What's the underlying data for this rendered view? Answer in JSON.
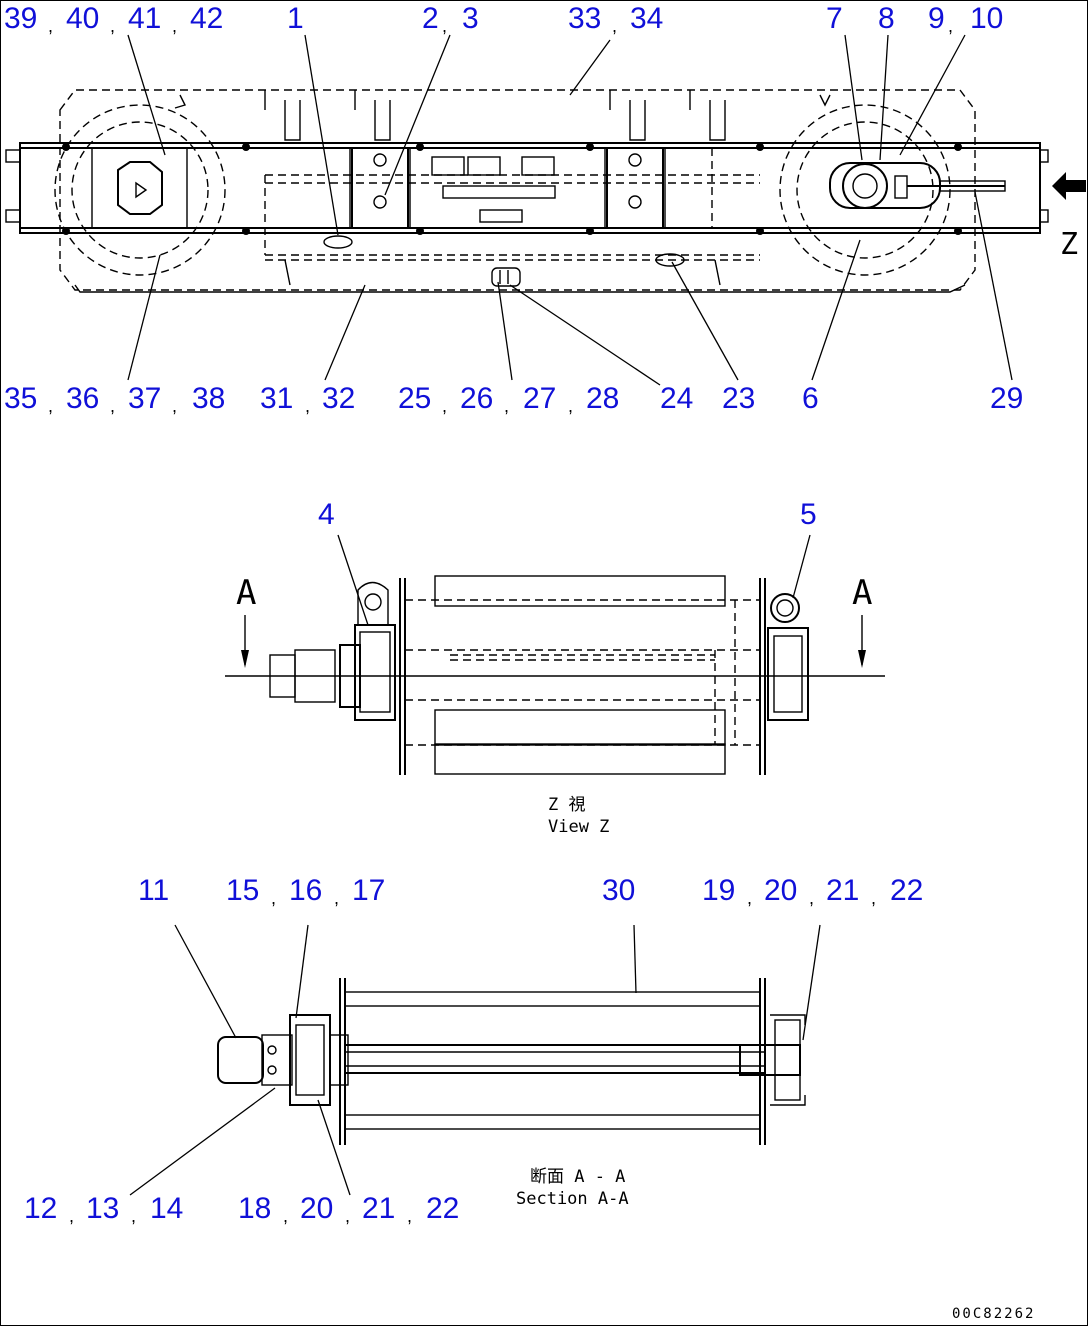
{
  "drawing_code": "00C82262",
  "captions": {
    "view_z_jp": "Z 視",
    "view_z_en": "View Z",
    "section_jp": "断面 A - A",
    "section_en": "Section A-A",
    "cut_a_left": "A",
    "cut_a_right": "A",
    "arrow_z": "Z"
  },
  "top_view_labels_upper": [
    {
      "text": "39",
      "sep": ","
    },
    {
      "text": "40",
      "sep": ","
    },
    {
      "text": "41",
      "sep": ","
    },
    {
      "text": "42",
      "sep": ""
    },
    {
      "text": "1",
      "sep": ""
    },
    {
      "text": "2",
      "sep": ","
    },
    {
      "text": "3",
      "sep": ""
    },
    {
      "text": "33",
      "sep": ","
    },
    {
      "text": "34",
      "sep": ""
    },
    {
      "text": "7",
      "sep": ""
    },
    {
      "text": "8",
      "sep": ""
    },
    {
      "text": "9",
      "sep": ","
    },
    {
      "text": "10",
      "sep": ""
    }
  ],
  "top_view_labels_lower": [
    {
      "text": "35",
      "sep": ","
    },
    {
      "text": "36",
      "sep": ","
    },
    {
      "text": "37",
      "sep": ","
    },
    {
      "text": "38",
      "sep": ""
    },
    {
      "text": "31",
      "sep": ","
    },
    {
      "text": "32",
      "sep": ""
    },
    {
      "text": "25",
      "sep": ","
    },
    {
      "text": "26",
      "sep": ","
    },
    {
      "text": "27",
      "sep": ","
    },
    {
      "text": "28",
      "sep": ""
    },
    {
      "text": "24",
      "sep": ""
    },
    {
      "text": "23",
      "sep": ""
    },
    {
      "text": "6",
      "sep": ""
    },
    {
      "text": "29",
      "sep": ""
    }
  ],
  "view_z_labels": [
    {
      "text": "4"
    },
    {
      "text": "5"
    }
  ],
  "section_labels_upper": [
    {
      "text": "11",
      "sep": ""
    },
    {
      "text": "15",
      "sep": ","
    },
    {
      "text": "16",
      "sep": ","
    },
    {
      "text": "17",
      "sep": ""
    },
    {
      "text": "30",
      "sep": ""
    },
    {
      "text": "19",
      "sep": ","
    },
    {
      "text": "20",
      "sep": ","
    },
    {
      "text": "21",
      "sep": ","
    },
    {
      "text": "22",
      "sep": ""
    }
  ],
  "section_labels_lower": [
    {
      "text": "12",
      "sep": ","
    },
    {
      "text": "13",
      "sep": ","
    },
    {
      "text": "14",
      "sep": ""
    },
    {
      "text": "18",
      "sep": ","
    },
    {
      "text": "20",
      "sep": ","
    },
    {
      "text": "21",
      "sep": ","
    },
    {
      "text": "22",
      "sep": ""
    }
  ]
}
